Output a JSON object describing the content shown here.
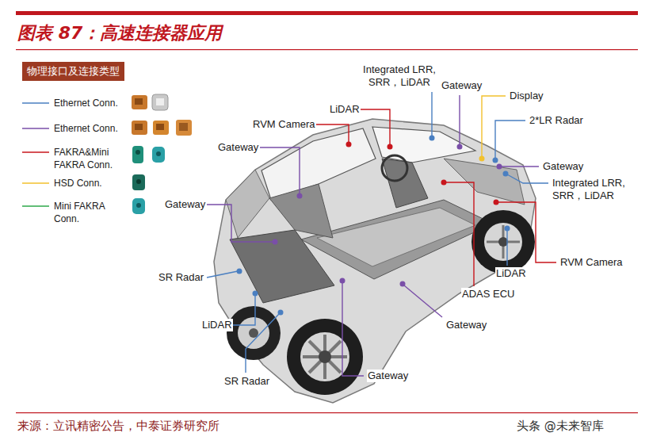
{
  "diagram": {
    "title": "图表 87：高速连接器应用",
    "caption": "来源：立讯精密公告，中泰证券研究所",
    "nodes": [
      {
        "text": [
          "物理接口及连接类型"
        ]
      }
    ],
    "labels": [
      "Integrated LRR, SRR，LiDAR",
      "Gateway",
      "Display",
      "LiDAR",
      "RVM Camera",
      "2*LR Radar",
      "Gateway",
      "Gateway",
      "Integrated LRR, SRR，LiDAR",
      "Gateway",
      "SR Radar",
      "RVM Camera",
      "LiDAR",
      "ADAS ECU",
      "LiDAR",
      "Gateway",
      "Gateway",
      "SR Radar",
      "头条 @未来智库"
    ],
    "legend": [
      {
        "text": "Ethernet Conn."
      },
      {
        "text": "Ethernet Conn."
      },
      {
        "text": "FAKRA&Mini FAKRA Conn."
      },
      {
        "text": "HSD Conn."
      },
      {
        "text": "Mini FAKRA Conn."
      }
    ]
  }
}
